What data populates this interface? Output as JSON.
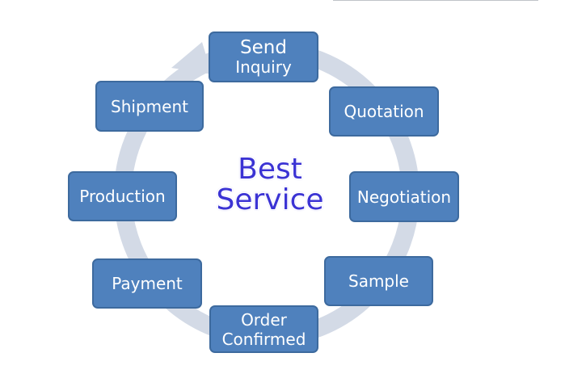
{
  "center": {
    "line1": "Best",
    "line2": "Service"
  },
  "steps": [
    {
      "line1": "Send",
      "line2": "Inquiry"
    },
    {
      "line1": "Quotation"
    },
    {
      "line1": "Negotiation"
    },
    {
      "line1": "Sample"
    },
    {
      "line1": "Order",
      "line2": "Confirmed"
    },
    {
      "line1": "Payment"
    },
    {
      "line1": "Production"
    },
    {
      "line1": "Shipment"
    }
  ],
  "colors": {
    "box_fill": "#4f81bd",
    "box_border": "#3d6a9e",
    "box_text": "#ffffff",
    "ring": "#d3dae6",
    "center_text": "#3b33d4"
  }
}
